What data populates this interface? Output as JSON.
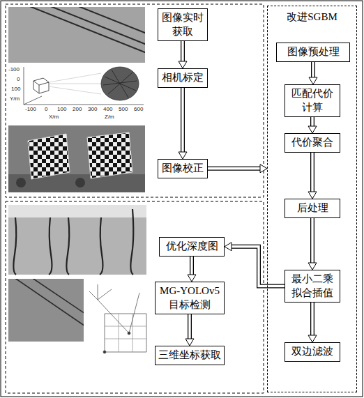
{
  "diagram": {
    "nodes": [
      {
        "text": [
          "图像实时获取"
        ]
      },
      {
        "text": [
          "相机标定"
        ]
      },
      {
        "text": [
          "图像校正"
        ]
      },
      {
        "text": [
          "改进SGBM"
        ]
      },
      {
        "text": [
          "图像预处理"
        ],
        "in": 3
      },
      {
        "text": [
          "匹配代价计算"
        ],
        "in": 3
      },
      {
        "text": [
          "代价聚合"
        ],
        "in": 3
      },
      {
        "text": [
          "后处理"
        ],
        "in": 3
      },
      {
        "text": [
          "最小二乘拟合插值"
        ],
        "in": 3
      },
      {
        "text": [
          "双边滤波"
        ],
        "in": 3
      },
      {
        "text": [
          "优化深度图"
        ]
      },
      {
        "text": [
          "MG-YOLOv5 目标检测"
        ]
      },
      {
        "text": [
          "三维坐标获取"
        ]
      }
    ],
    "edges": [
      {
        "from": 0,
        "to": 1,
        "arrow": "to"
      },
      {
        "from": 1,
        "to": 2,
        "arrow": "to"
      },
      {
        "from": 2,
        "to": 3,
        "arrow": "to"
      },
      {
        "from": 4,
        "to": 5,
        "arrow": "to"
      },
      {
        "from": 5,
        "to": 6,
        "arrow": "to"
      },
      {
        "from": 6,
        "to": 7,
        "arrow": "to"
      },
      {
        "from": 7,
        "to": 8,
        "arrow": "to"
      },
      {
        "from": 8,
        "to": 9,
        "arrow": "to"
      },
      {
        "from": 8,
        "to": 10,
        "arrow": "to"
      },
      {
        "from": 10,
        "to": 11,
        "arrow": "to"
      },
      {
        "from": 11,
        "to": 12,
        "arrow": "to"
      }
    ],
    "labels": [
      "-100",
      "0",
      "100",
      "Y/m",
      "-100",
      "0",
      "100",
      "200",
      "300",
      "400",
      "500",
      "600",
      "X/m",
      "Z/m"
    ]
  }
}
